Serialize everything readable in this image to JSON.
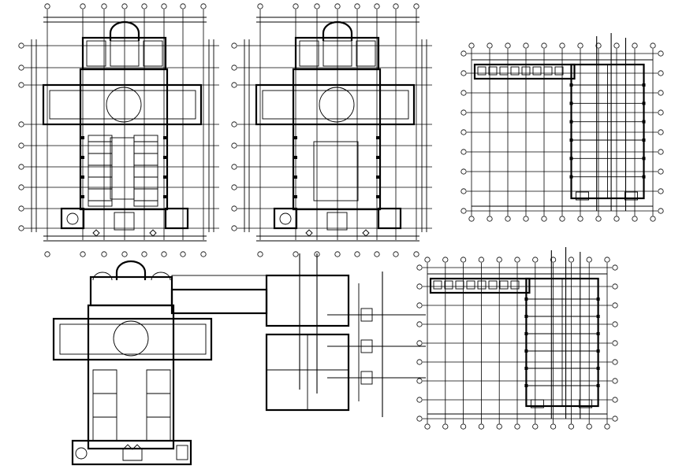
{
  "drawing": {
    "background": "#ffffff",
    "line_color": "#000000",
    "views": [
      {
        "id": "plan-a",
        "kind": "cross-shaped floor plan with dome",
        "furnished": true
      },
      {
        "id": "plan-b",
        "kind": "cross-shaped floor plan with dome",
        "furnished": false
      },
      {
        "id": "plan-c",
        "kind": "rectangular floor plan with gridlines",
        "furnished": true
      },
      {
        "id": "plan-d",
        "kind": "large cross-shaped plan with annex wing",
        "furnished": false
      },
      {
        "id": "plan-e",
        "kind": "rectangular floor plan with gridlines",
        "furnished": true
      }
    ]
  }
}
